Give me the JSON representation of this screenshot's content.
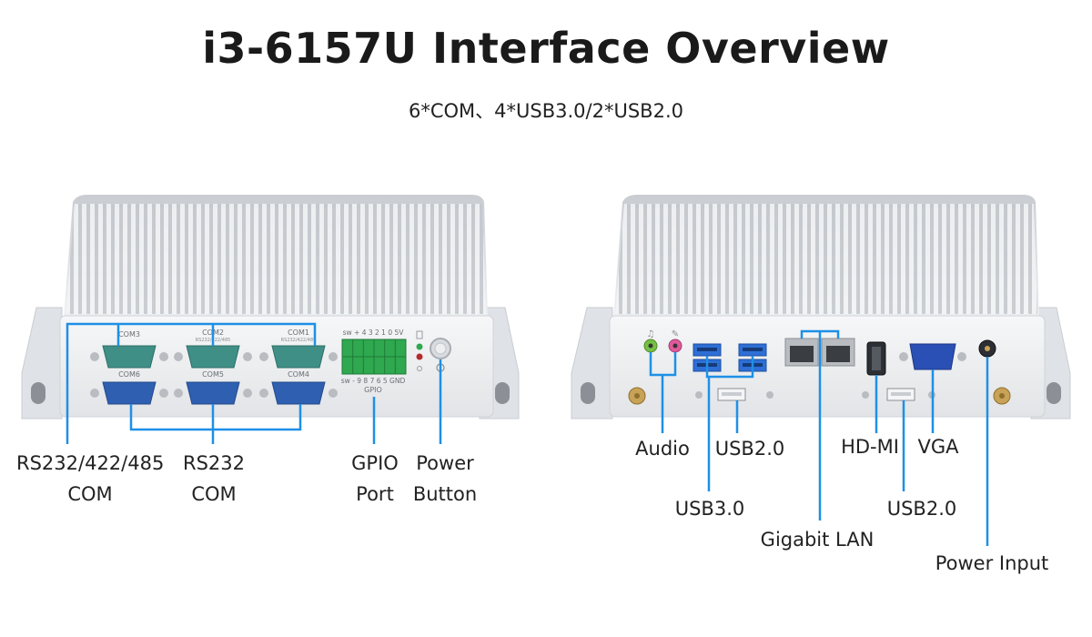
{
  "header": {
    "title": "i3-6157U Interface Overview",
    "subtitle": "6*COM、4*USB3.0/2*USB2.0"
  },
  "front_panel": {
    "port_markings": {
      "com1": "COM1",
      "com1_sub": "RS232/422/485",
      "com2": "COM2",
      "com2_sub": "RS232/422/485",
      "com3": "COM3",
      "com4": "COM4",
      "com5": "COM5",
      "com6": "COM6",
      "gpio_top": "sw + 4  3  2  1  0  5V",
      "gpio_bottom": "sw - 9  8  7  6  5  GND",
      "gpio_caption": "GPIO"
    },
    "callouts": {
      "rs232_422_485_line1": "RS232/422/485",
      "rs232_422_485_line2": "COM",
      "rs232_line1": "RS232",
      "rs232_line2": "COM",
      "gpio_line1": "GPIO",
      "gpio_line2": "Port",
      "power_line1": "Power",
      "power_line2": "Button"
    }
  },
  "rear_panel": {
    "callouts": {
      "audio": "Audio",
      "usb2_left": "USB2.0",
      "usb3": "USB3.0",
      "lan": "Gigabit LAN",
      "hdmi": "HD-MI",
      "vga": "VGA",
      "usb2_right": "USB2.0",
      "power_input": "Power Input"
    }
  },
  "colors": {
    "callout_line": "#1e90e6",
    "chassis": "#e9ebee",
    "db9_green": "#3f8f86",
    "db9_blue": "#2f5fb0",
    "gpio_green": "#2fa84f",
    "usb3_blue": "#2d6fd6",
    "vga_blue": "#2a4fb5"
  }
}
